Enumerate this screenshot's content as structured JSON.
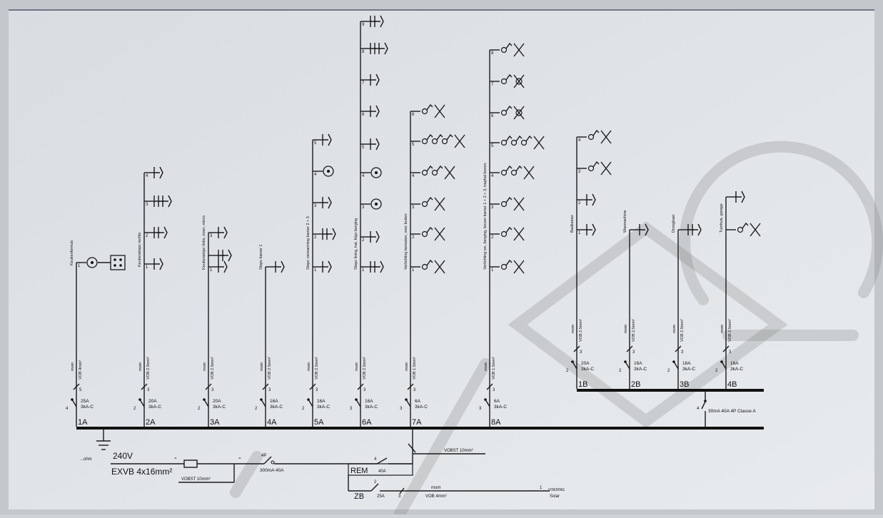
{
  "circuits": [
    {
      "id": "1A",
      "label": "Keukenfornuis",
      "cable": "VOB 4mm²",
      "mode": "mom",
      "breaker": "25A\n3kA-C",
      "conductors": "5",
      "poles": "4"
    },
    {
      "id": "2A",
      "label": "Keukenstopc rechts",
      "cable": "VOB 2.5mm²",
      "mode": "mom",
      "breaker": "20A\n3kA-C",
      "conductors": "3",
      "poles": "2"
    },
    {
      "id": "3A",
      "label": "Keukenstopc links, oven, micro",
      "cable": "VOB 2.5mm²",
      "mode": "mom",
      "breaker": "20A\n3kA-C",
      "conductors": "3",
      "poles": "2"
    },
    {
      "id": "4A",
      "label": "Stopc kamer 1",
      "cable": "VOB 2.5mm²",
      "mode": "mom",
      "breaker": "16A\n3kA-C",
      "conductors": "3",
      "poles": "2"
    },
    {
      "id": "5A",
      "label": "Stopc verwarming kamer 2 + 3",
      "cable": "VOB 2.5mm²",
      "mode": "mom",
      "breaker": "16A\n3kA-C",
      "conductors": "3",
      "poles": "2"
    },
    {
      "id": "6A",
      "label": "Stopc living, hal, frigo berging",
      "cable": "VOB 2.5mm²",
      "mode": "mom",
      "breaker": "16A\n3kA-C",
      "conductors": "3",
      "poles": "3"
    },
    {
      "id": "7A",
      "label": "Verlichting beneden, voor buiten",
      "cable": "VOB 1.5mm²",
      "mode": "mom",
      "breaker": "6A\n3kA-C",
      "conductors": "3",
      "poles": "3"
    },
    {
      "id": "8A",
      "label": "Verlichting wc, berging, boven kamer 1 + 2 + 3, traphal boven",
      "cable": "VOB 1.5mm²",
      "mode": "mom",
      "breaker": "6A\n3kA-C",
      "conductors": "3",
      "poles": "3"
    },
    {
      "id": "1B",
      "label": "Badkamer",
      "cable": "VOB 2.5mm²",
      "mode": "mom",
      "breaker": "20A\n3kA-C",
      "conductors": "3",
      "poles": "2"
    },
    {
      "id": "2B",
      "label": "Wasmachine",
      "cable": "VOB 2.5mm²",
      "mode": "mom",
      "breaker": "16A\n3kA-C",
      "conductors": "3",
      "poles": "2"
    },
    {
      "id": "3B",
      "label": "Droogkast",
      "cable": "VOB 2.5mm²",
      "mode": "mom",
      "breaker": "16A\n3kA-C",
      "conductors": "3",
      "poles": "2"
    },
    {
      "id": "4B",
      "label": "Tuinhuis, garage",
      "cable": "VOB 2.5mm²",
      "mode": "mom",
      "breaker": "16A\n3kA-C",
      "conductors": "3",
      "poles": "2"
    }
  ],
  "supply": {
    "ohm": "...ohm",
    "voltage": "240V",
    "cable": "EXVB 4x16mm²",
    "earth_cable": "VOBST 10mm²",
    "main_switch_poles": "4P",
    "main_switch": "300mA 40A",
    "minus1": "-",
    "minus2": "-"
  },
  "secondary_rcd": {
    "label": "30mA 40A 4P Classe A",
    "poles": "4"
  },
  "rem": {
    "label": "REM",
    "rating": "40A",
    "poles": "4"
  },
  "zb": {
    "label": "ZB",
    "rating": "25A",
    "poles": "2",
    "conductors": "3",
    "mode": "mom",
    "cable": "VOB 4mm²",
    "voeding": "VOEDING",
    "solar": "Solar",
    "pin": "1"
  },
  "bus_cable": "VOBST 10mm²",
  "outlet_numbers": [
    "1",
    "2",
    "3",
    "4",
    "5",
    "6",
    "7",
    "8",
    "9"
  ]
}
